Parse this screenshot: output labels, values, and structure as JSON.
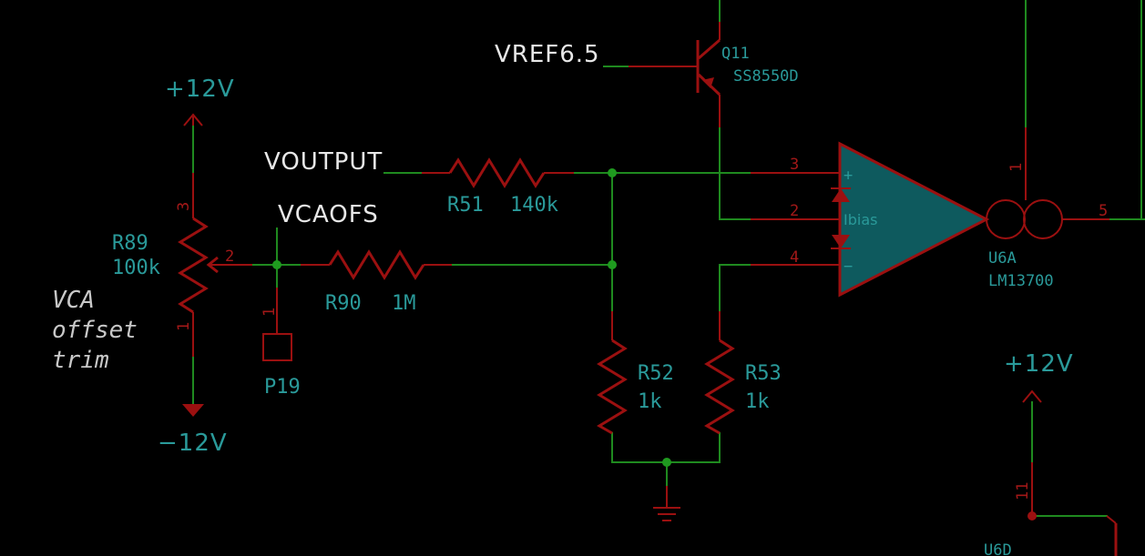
{
  "nets": {
    "vref": "VREF6.5",
    "voutput": "VOUTPUT",
    "vcaofs": "VCAOFS"
  },
  "power": {
    "p12_left": "+12V",
    "m12_left": "−12V",
    "p12_right": "+12V"
  },
  "comment": {
    "line1": "VCA",
    "line2": "offset",
    "line3": "trim"
  },
  "components": {
    "q11": {
      "ref": "Q11",
      "value": "SS8550D"
    },
    "r51": {
      "ref": "R51",
      "value": "140k"
    },
    "r90": {
      "ref": "R90",
      "value": "1M"
    },
    "r89": {
      "ref": "R89",
      "value": "100k",
      "pins": [
        "3",
        "2",
        "1"
      ]
    },
    "p19": {
      "ref": "P19",
      "pin": "1"
    },
    "r52": {
      "ref": "R52",
      "value": "1k"
    },
    "r53": {
      "ref": "R53",
      "value": "1k"
    },
    "u6a": {
      "ref": "U6A",
      "value": "LM13700",
      "inner": "Ibias",
      "plus": "+",
      "minus": "−",
      "pins": [
        "3",
        "2",
        "4",
        "1",
        "5"
      ]
    },
    "u6d": {
      "ref": "U6D",
      "pin": "11"
    }
  },
  "colors": {
    "background": "#000000",
    "wire": "#1f8a1f",
    "component": "#9b1010",
    "opamp_fill": "#0e5a5e",
    "text_ref": "#2a9a9a",
    "text_net": "#e8e8e8",
    "text_pin": "#a31818"
  }
}
